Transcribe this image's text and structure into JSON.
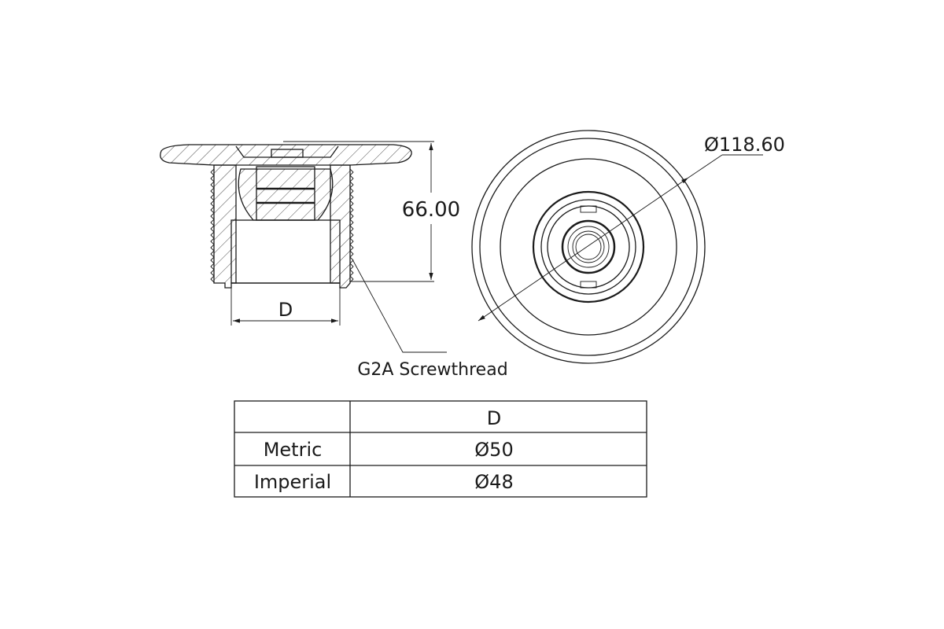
{
  "drawing": {
    "side_view": {
      "height_dimension": "66.00",
      "bore_dimension_label": "D",
      "thread_callout": "G2A Screwthread"
    },
    "top_view": {
      "diameter_dimension": "Ø118.60"
    },
    "table": {
      "header": [
        "",
        "D"
      ],
      "rows": [
        {
          "label": "Metric",
          "value": "Ø50"
        },
        {
          "label": "Imperial",
          "value": "Ø48"
        }
      ]
    }
  }
}
